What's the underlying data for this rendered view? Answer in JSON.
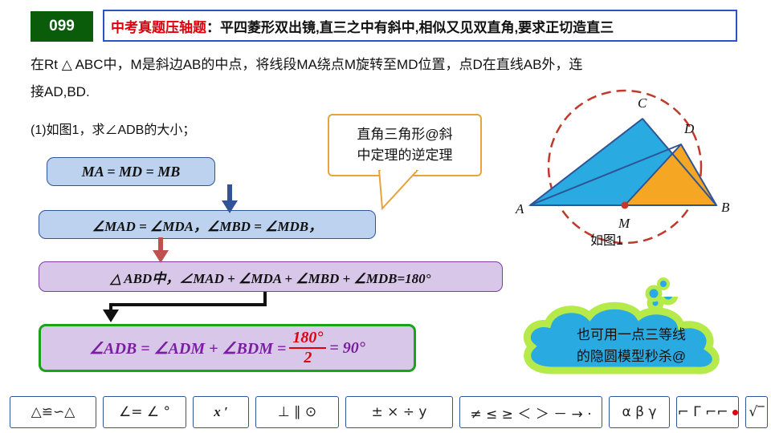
{
  "header": {
    "badge": "099",
    "title_red": "中考真题压轴题",
    "title_black": "：平四菱形双出镜,直三之中有斜中,相似又见双直角,要求正切造直三"
  },
  "problem": {
    "line1": "在Rt △ ABC中，M是斜边AB的中点，将线段MA绕点M旋转至MD位置，点D在直线AB外，连",
    "line2": "接AD,BD.",
    "sub_question": "(1)如图1，求∠ADB的大小；"
  },
  "callout": {
    "line1": "直角三角形@斜",
    "line2": "中定理的逆定理"
  },
  "flow": {
    "box1": "MA = MD = MB",
    "box2": "∠MAD = ∠MDA，∠MBD = ∠MDB，",
    "box3": "△ ABD中，∠MAD + ∠MDA + ∠MBD + ∠MDB=180°",
    "box4_left": "∠ADB = ∠ADM + ∠BDM =",
    "box4_num": "180°",
    "box4_den": "2",
    "box4_right": "= 90°"
  },
  "cloud": {
    "line1": "也可用一点三等线",
    "line2": "的隐圆模型秒杀@"
  },
  "figure": {
    "label_A": "A",
    "label_B": "B",
    "label_C": "C",
    "label_D": "D",
    "label_M": "M",
    "caption": "如图1"
  },
  "toolbar": {
    "items": [
      {
        "name": "shapes-congruent",
        "text": "△≌∽△"
      },
      {
        "name": "angle-tools",
        "text": "∠= ∠ °"
      },
      {
        "name": "variable-x",
        "text": "x ′"
      },
      {
        "name": "perp-parallel-circle",
        "text": "⊥ ∥ ⊙"
      },
      {
        "name": "arithmetic-ops",
        "text": "± × ÷ y"
      },
      {
        "name": "relations",
        "text": "≠ ≤ ≥ ＜ ＞ － → ·"
      },
      {
        "name": "greek-letters",
        "text": "α  β  γ"
      },
      {
        "name": "right-angle-marks",
        "text": "⌐  Γ ⌐⌐"
      },
      {
        "name": "radical",
        "text": "√‾"
      }
    ]
  },
  "colors": {
    "badge_bg": "#0a5c0a",
    "title_border": "#2c52c9",
    "title_red": "#e0000c",
    "box_blue": "#bcd2ee",
    "box_purple": "#d9c7ea",
    "green_border": "#19a319",
    "callout_border": "#e8a33d",
    "circle_dashed": "#c0392b",
    "triangle_fill": "#29abe2",
    "triangle_fill2": "#f5a623",
    "cloud_fill": "#29abe2",
    "cloud_glow": "#b6e94a"
  }
}
